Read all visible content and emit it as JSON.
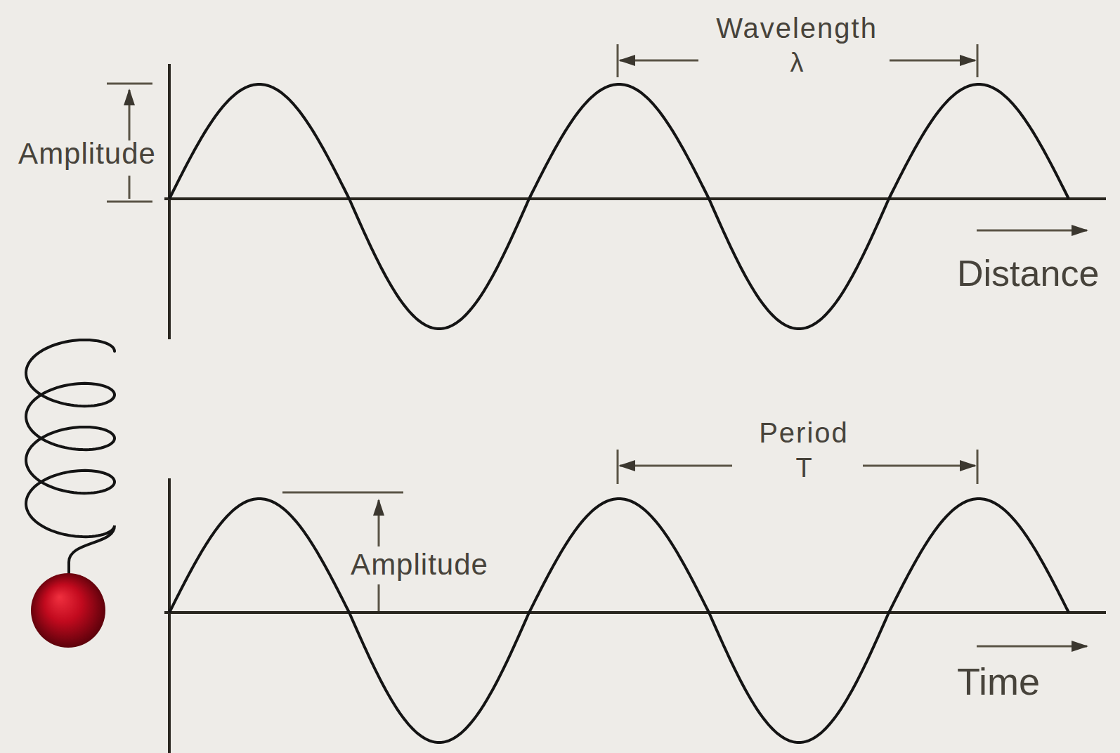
{
  "diagram": {
    "labels": [
      "Wavelength",
      "λ",
      "Amplitude",
      "Distance",
      "Period",
      "T",
      "Amplitude",
      "Time"
    ]
  }
}
